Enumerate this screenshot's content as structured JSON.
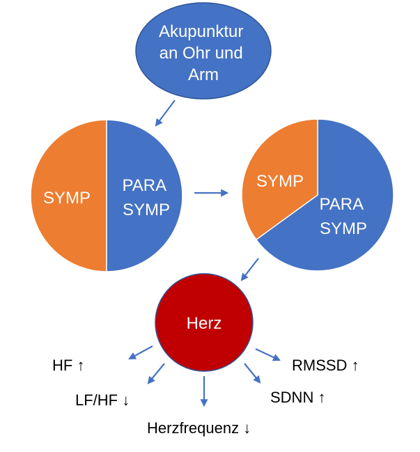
{
  "colors": {
    "blue": "#4472c4",
    "orange": "#ed7d31",
    "red": "#c00000",
    "stroke_blue": "#2f5597"
  },
  "source_node": {
    "lines": [
      "Akupunktur",
      "an Ohr und",
      "Arm"
    ]
  },
  "pie_before": {
    "left_label": "SYMP",
    "right_label_lines": [
      "PARA",
      "SYMP"
    ],
    "sympathetic_fraction": 0.5
  },
  "pie_after": {
    "small_label": "SYMP",
    "large_label_lines": [
      "PARA",
      "SYMP"
    ],
    "sympathetic_fraction": 0.35
  },
  "heart_node": {
    "label": "Herz"
  },
  "outcomes": [
    {
      "label": "HF",
      "direction": "up",
      "arrow_glyph": "↑"
    },
    {
      "label": "LF/HF",
      "direction": "down",
      "arrow_glyph": "↓"
    },
    {
      "label": "Herzfrequenz",
      "direction": "down",
      "arrow_glyph": "↓"
    },
    {
      "label": "SDNN",
      "direction": "up",
      "arrow_glyph": "↑"
    },
    {
      "label": "RMSSD",
      "direction": "up",
      "arrow_glyph": "↑"
    }
  ]
}
